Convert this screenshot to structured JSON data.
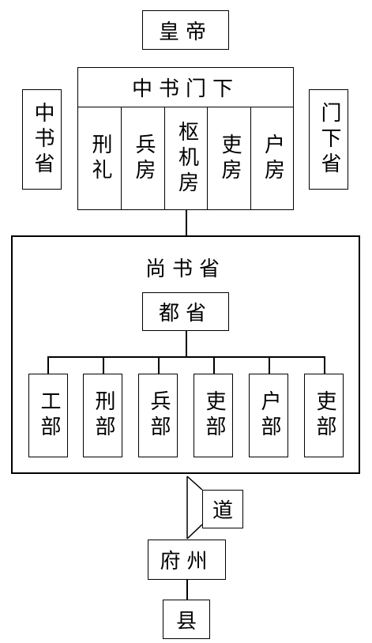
{
  "emperor": "皇帝",
  "zhongshumenxia": {
    "title": "中书门下",
    "rooms": [
      "刑礼",
      "兵房",
      "枢机房",
      "吏房",
      "户房"
    ]
  },
  "zhongshusheng": "中书省",
  "menxiasheng": "门下省",
  "shangshusheng": {
    "title": "尚书省",
    "dusheng": "都省",
    "ministries": [
      "工部",
      "刑部",
      "兵部",
      "吏部",
      "户部",
      "吏部"
    ]
  },
  "dao": "道",
  "fuzhou": "府州",
  "xian": "县"
}
